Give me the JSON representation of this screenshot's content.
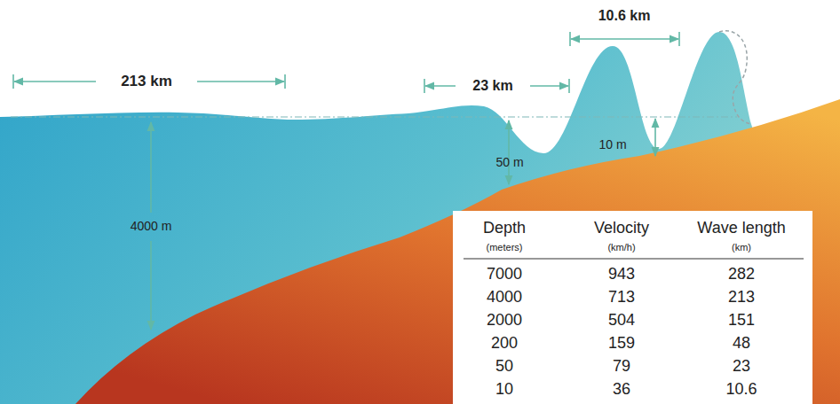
{
  "diagram": {
    "labels": [
      "213 km",
      "23 km",
      "10.6 km",
      "4000 m",
      "50 m",
      "10 m",
      "Depth",
      "(meters)",
      "Velocity",
      "(km/h)",
      "Wave length",
      "(km)",
      "7000",
      "943",
      "282",
      "4000",
      "713",
      "213",
      "2000",
      "504",
      "151",
      "200",
      "159",
      "48",
      "50",
      "79",
      "23",
      "10",
      "36",
      "10.6"
    ]
  }
}
